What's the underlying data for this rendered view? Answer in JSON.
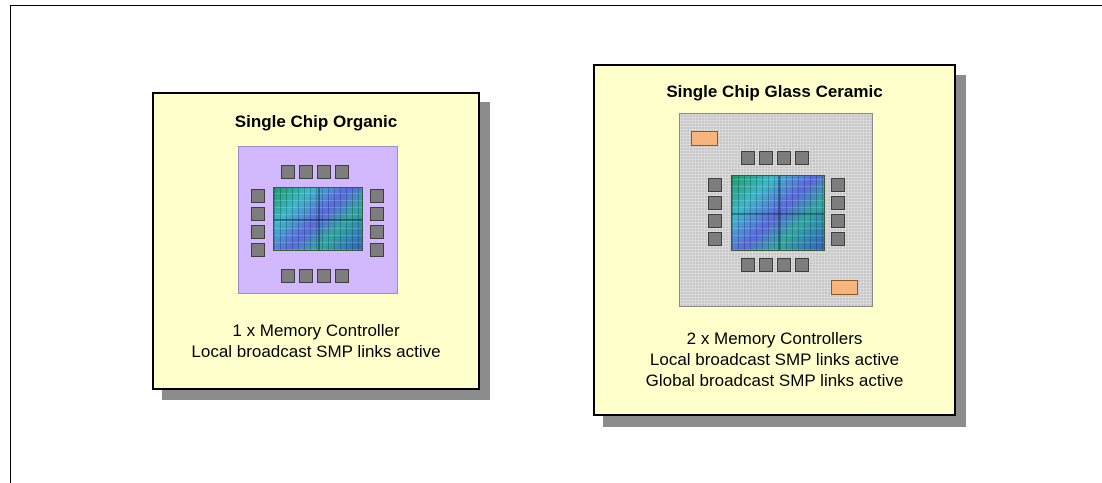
{
  "cards": [
    {
      "title": "Single Chip Organic",
      "desc_lines": [
        "1 x Memory Controller",
        "Local broadcast SMP links active"
      ]
    },
    {
      "title": "Single Chip Glass Ceramic",
      "desc_lines": [
        "2 x Memory Controllers",
        "Local broadcast SMP links active",
        "Global broadcast SMP links active"
      ]
    }
  ],
  "colors": {
    "card_fill": "#ffffcc",
    "organic_substrate": "#d2b8ff",
    "ceramic_substrate": "#c8c8c8",
    "capacitor": "#f7b57c"
  }
}
